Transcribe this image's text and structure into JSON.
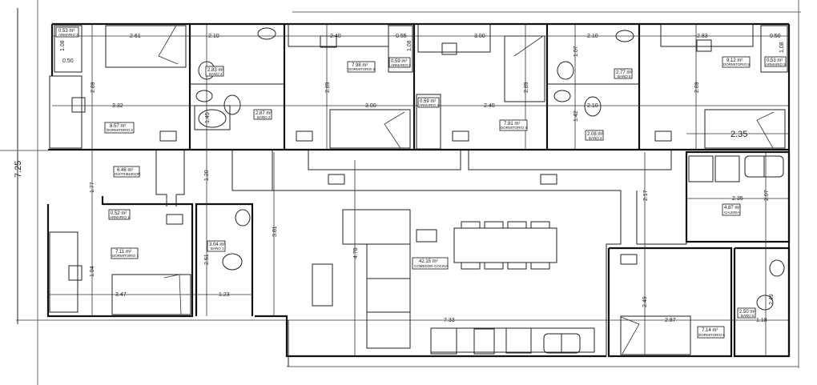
{
  "rooms": [
    {
      "area": "0.53 m²",
      "name": "ARMARIO 2"
    },
    {
      "area": "8.57 m²",
      "name": "DORMITORIO 2"
    },
    {
      "area": "2.83 m²",
      "name": "BAÑO 3"
    },
    {
      "area": "2.87 m²",
      "name": "BAÑO 2"
    },
    {
      "area": "0.59 m²",
      "name": "ARMARIO 3"
    },
    {
      "area": "7.98 m²",
      "name": "DORMITORIO 3"
    },
    {
      "area": "0.59 m²",
      "name": "ARMARIO 4"
    },
    {
      "area": "7.81 m²",
      "name": "DORMITORIO 4"
    },
    {
      "area": "2.77 m²",
      "name": "BAÑO 5"
    },
    {
      "area": "2.08 m²",
      "name": "BAÑO 4"
    },
    {
      "area": "9.12 m²",
      "name": "DORMITORIO 5"
    },
    {
      "area": "0.53 m²",
      "name": "ARMARIO 5"
    },
    {
      "area": "6.46 m²",
      "name": "DISTRIBUIDOR"
    },
    {
      "area": "0.52 m²",
      "name": "ARMARIO 1"
    },
    {
      "area": "7.11 m²",
      "name": "DORMITORIO 1"
    },
    {
      "area": "3.04 m²",
      "name": "BAÑO 1"
    },
    {
      "area": "42.15 m²",
      "name": "COMEDOR-COCINA"
    },
    {
      "area": "4.87 m²",
      "name": "GALERIA"
    },
    {
      "area": "7.14 m²",
      "name": "DORMITORIO 6"
    },
    {
      "area": "2.50 m²",
      "name": "BAÑO 6"
    }
  ],
  "dimensions": [
    "2.61",
    "1.08",
    "0.50",
    "2.89",
    "3.32",
    "2.10",
    "1.45",
    "2.40",
    "0.55",
    "1.08",
    "2.89",
    "3.00",
    "3.00",
    "2.89",
    "2.40",
    "2.10",
    "1.07",
    "2.10",
    "1.42",
    "2.83",
    "0.50",
    "1.08",
    "2.89",
    "2.35",
    "1.77",
    "1.20",
    "1.94",
    "3.47",
    "2.51",
    "1.23",
    "3.81",
    "4.78",
    "7.33",
    "2.17",
    "2.35",
    "2.07",
    "2.49",
    "2.87",
    "1.18",
    "2.49",
    "7.25"
  ]
}
